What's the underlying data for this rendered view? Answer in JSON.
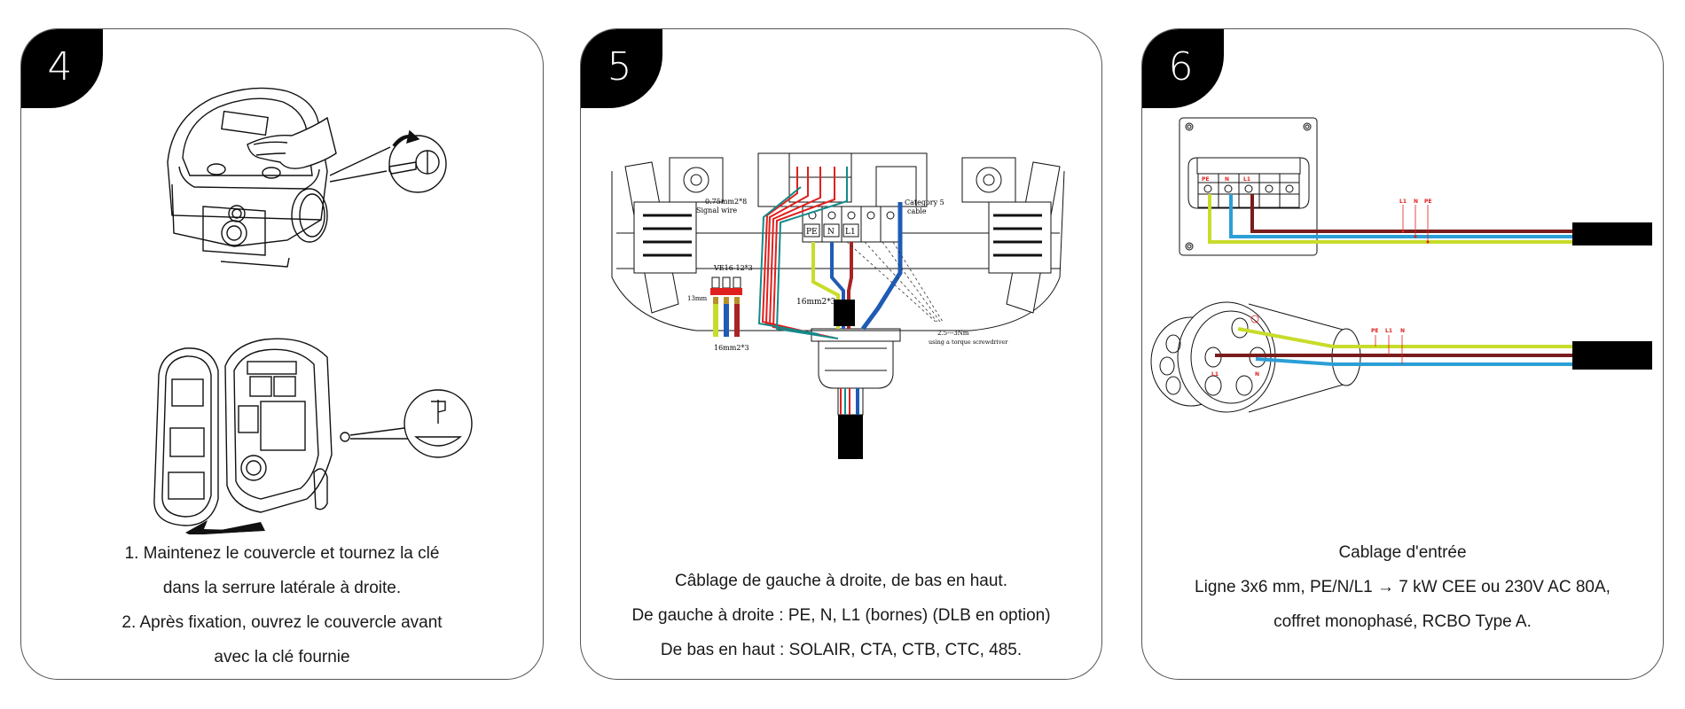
{
  "panels": [
    {
      "step": "4",
      "illustration": "open-cover-with-key",
      "caption": [
        "1. Maintenez le couvercle et tournez la clé",
        "dans la serrure latérale à droite.",
        "2. Après fixation, ouvrez le couvercle avant",
        "avec la clé fournie"
      ]
    },
    {
      "step": "5",
      "illustration": "terminal-wiring",
      "labels": {
        "signal_wire_size": "0.75mm2*8",
        "signal_wire": "Signal wire",
        "category_cable_1": "Category 5",
        "category_cable_2": "cable",
        "power_wire": "16mm2*3",
        "ferrule": "VE16-12*3",
        "strip_length": "13mm",
        "ferrule_wire": "16mm2*3",
        "torque": "2.5---3Nm",
        "torque_tool": "using a torque screwdriver",
        "terminal_pe": "PE",
        "terminal_n": "N",
        "terminal_l1": "L1"
      },
      "caption": [
        "Câblage de gauche à droite, de bas en haut.",
        "De gauche à droite : PE, N, L1 (bornes) (DLB en option)",
        "De bas en haut : SOLAIR, CTA, CTB, CTC, 485."
      ]
    },
    {
      "step": "6",
      "illustration": "input-wiring",
      "labels": {
        "block_pe": "PE",
        "block_n": "N",
        "block_l1": "L1",
        "cable1_l1": "L1",
        "cable1_n": "N",
        "cable1_pe": "PE",
        "plug_pe": "PE",
        "plug_l1": "L1",
        "plug_n": "N",
        "pin_l1": "L1",
        "pin_n": "N"
      },
      "caption": [
        "Cablage d'entrée",
        "Ligne 3x6 mm, PE/N/L1 → 7 kW CEE ou 230V AC 80A,",
        "coffret monophasé, RCBO Type A."
      ]
    }
  ],
  "colors": {
    "pe": "#c8dc2a",
    "n": "#2b9fd6",
    "l1": "#7a1c1c",
    "blue_wire": "#1f5bb5",
    "red_wire": "#e0201e",
    "teal_wire": "#138a8a",
    "label_red": "#e02020"
  }
}
